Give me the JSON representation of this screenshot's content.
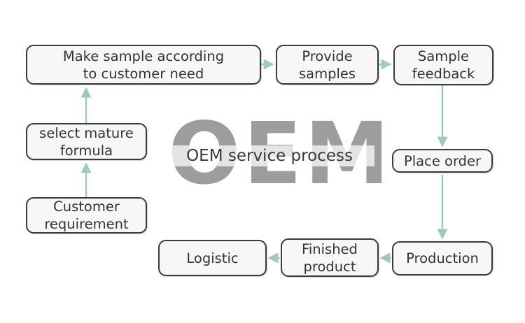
{
  "diagram": {
    "title_watermark_large": "OEM",
    "title_watermark_small": "OEM service process",
    "colors": {
      "arrow": "#9fc8c0",
      "box_border": "#3b3b3b",
      "box_fill": "#f7f7f7",
      "text": "#333333",
      "watermark_large": "#9d9d9d",
      "background": "#ffffff"
    },
    "nodes": [
      {
        "id": "make-sample",
        "label": "Make sample according to customer need"
      },
      {
        "id": "provide-samples",
        "label": "Provide samples"
      },
      {
        "id": "sample-feedback",
        "label": "Sample feedback"
      },
      {
        "id": "select-mature-formula",
        "label": "select mature formula"
      },
      {
        "id": "customer-requirement",
        "label": "Customer requirement"
      },
      {
        "id": "place-order",
        "label": "Place order"
      },
      {
        "id": "production",
        "label": "Production"
      },
      {
        "id": "finished-product",
        "label": "Finished product"
      },
      {
        "id": "logistic",
        "label": "Logistic"
      }
    ],
    "node_lines": {
      "make-sample": [
        "Make sample according",
        "to customer need"
      ],
      "provide-samples": [
        "Provide",
        "samples"
      ],
      "sample-feedback": [
        "Sample",
        "feedback"
      ],
      "select-mature-formula": [
        "select mature",
        "formula"
      ],
      "customer-requirement": [
        "Customer",
        "requirement"
      ],
      "place-order": [
        "Place order"
      ],
      "production": [
        "Production"
      ],
      "finished-product": [
        "Finished",
        "product"
      ],
      "logistic": [
        "Logistic"
      ]
    },
    "edges": [
      {
        "from": "customer-requirement",
        "to": "select-mature-formula",
        "direction": "up"
      },
      {
        "from": "select-mature-formula",
        "to": "make-sample",
        "direction": "up"
      },
      {
        "from": "make-sample",
        "to": "provide-samples",
        "direction": "right"
      },
      {
        "from": "provide-samples",
        "to": "sample-feedback",
        "direction": "right"
      },
      {
        "from": "sample-feedback",
        "to": "place-order",
        "direction": "down"
      },
      {
        "from": "place-order",
        "to": "production",
        "direction": "down"
      },
      {
        "from": "production",
        "to": "finished-product",
        "direction": "left"
      },
      {
        "from": "finished-product",
        "to": "logistic",
        "direction": "left"
      }
    ]
  }
}
